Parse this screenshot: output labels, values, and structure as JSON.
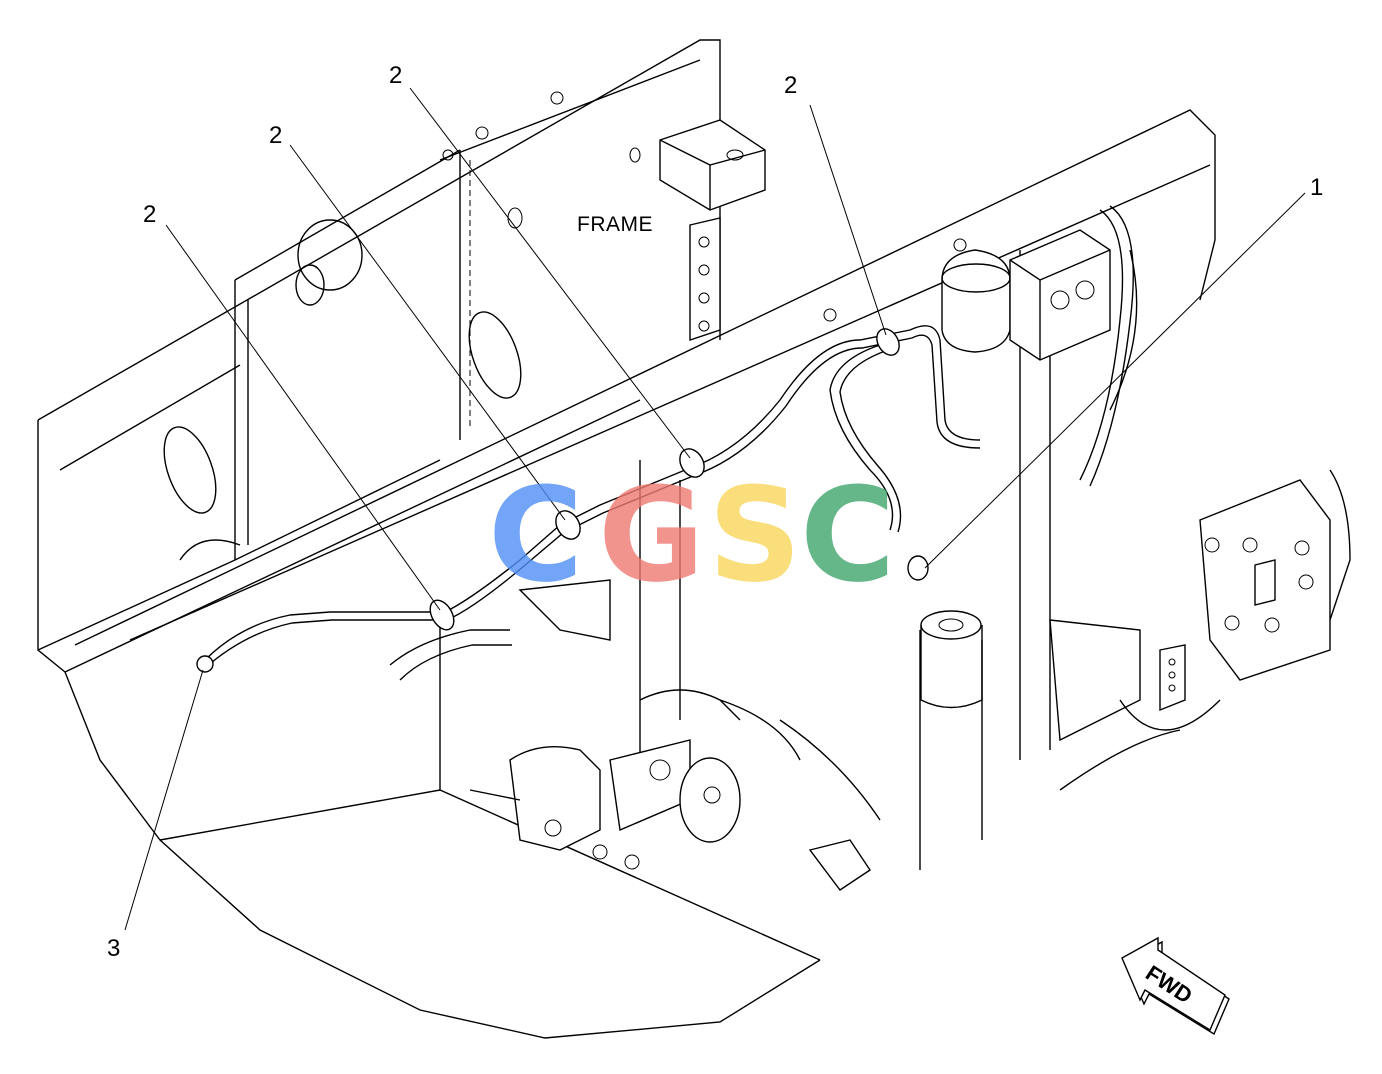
{
  "callouts": [
    {
      "id": "c1",
      "label": "1"
    },
    {
      "id": "c2a",
      "label": "2"
    },
    {
      "id": "c2b",
      "label": "2"
    },
    {
      "id": "c2c",
      "label": "2"
    },
    {
      "id": "c2d",
      "label": "2"
    },
    {
      "id": "c3",
      "label": "3"
    }
  ],
  "labels": {
    "frame": "FRAME",
    "fwd": "FWD"
  },
  "watermark": {
    "letters": [
      {
        "char": "C",
        "color": "#4f8ef7"
      },
      {
        "char": "G",
        "color": "#f07a72"
      },
      {
        "char": "S",
        "color": "#f9d65c"
      },
      {
        "char": "C",
        "color": "#3fa56b"
      }
    ]
  }
}
